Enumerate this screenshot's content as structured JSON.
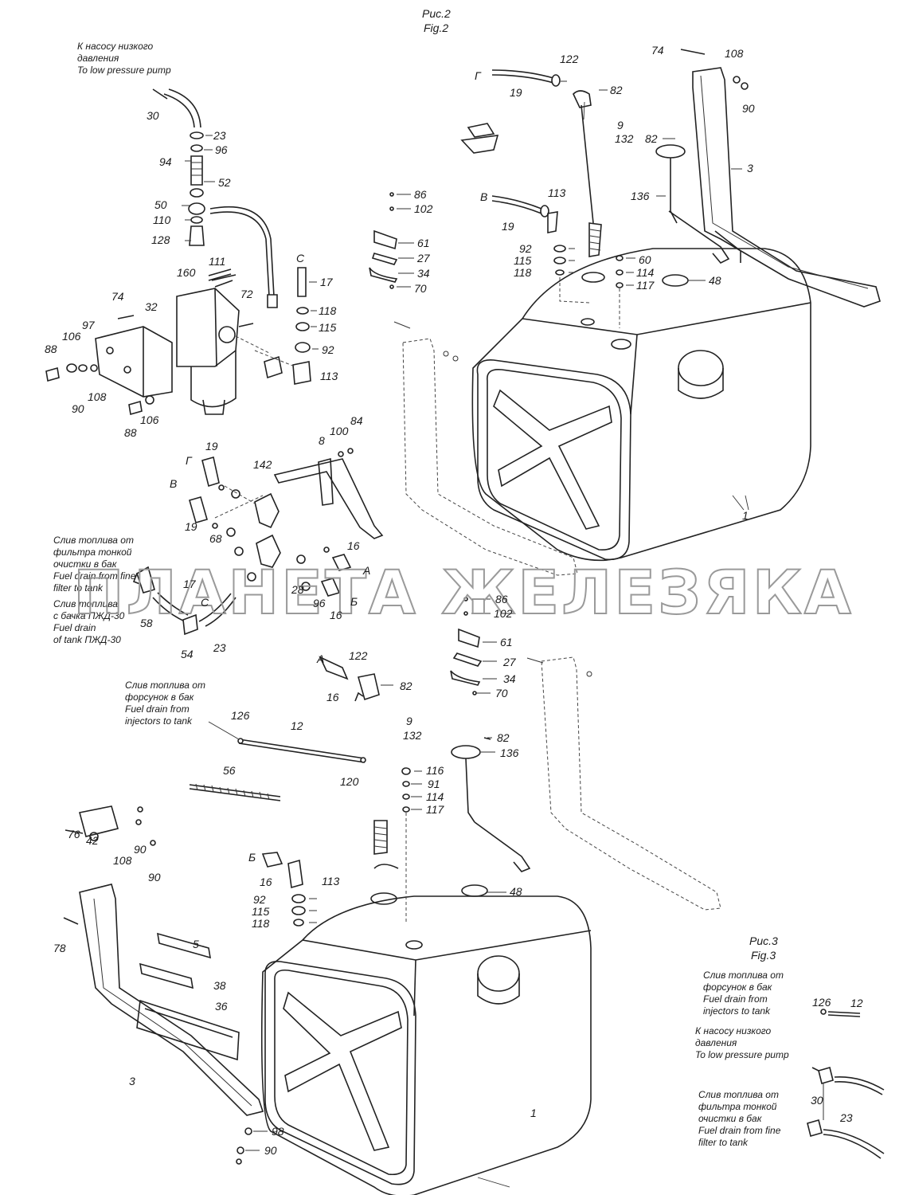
{
  "titles": {
    "fig2_ru": "Рис.2",
    "fig2_en": "Fig.2",
    "fig3_ru": "Рис.3",
    "fig3_en": "Fig.3"
  },
  "captions": {
    "lp_top": [
      "К насосу низкого",
      "давления",
      "To low pressure pump"
    ],
    "filter_drain": [
      "Слив топлива от",
      "фильтра тонкой",
      "очистки в бак",
      "Fuel drain from fine",
      "filter to tank"
    ],
    "tank_drain": [
      "Слив топлива",
      "с бачка ПЖД-30",
      "Fuel drain",
      "of tank ПЖД-30"
    ],
    "injectors_drain": [
      "Слив топлива от",
      "форсунок в бак",
      "Fuel drain from",
      "injectors to tank"
    ],
    "fig3_injectors": [
      "Слив топлива от",
      "форсунок в бак",
      "Fuel drain from",
      "injectors to tank"
    ],
    "fig3_lp": [
      "К насосу низкого",
      "давления",
      "To low pressure pump"
    ],
    "fig3_filter": [
      "Слив топлива от",
      "фильтра тонкой",
      "очистки в бак",
      "Fuel drain from fine",
      "filter to tank"
    ]
  },
  "watermark": "ПЛАНЕТА ЖЕЛЕЗЯКА",
  "labels": [
    {
      "id": "l0",
      "t": "30"
    },
    {
      "id": "l1",
      "t": "23"
    },
    {
      "id": "l2",
      "t": "96"
    },
    {
      "id": "l3",
      "t": "94"
    },
    {
      "id": "l4",
      "t": "52"
    },
    {
      "id": "l5",
      "t": "50"
    },
    {
      "id": "l6",
      "t": "110"
    },
    {
      "id": "l7",
      "t": "128"
    },
    {
      "id": "l8",
      "t": "111"
    },
    {
      "id": "l9",
      "t": "160"
    },
    {
      "id": "l10",
      "t": "C"
    },
    {
      "id": "l11",
      "t": "17"
    },
    {
      "id": "l12",
      "t": "118"
    },
    {
      "id": "l13",
      "t": "115"
    },
    {
      "id": "l14",
      "t": "92"
    },
    {
      "id": "l15",
      "t": "113"
    },
    {
      "id": "l16",
      "t": "72"
    },
    {
      "id": "l17",
      "t": "74"
    },
    {
      "id": "l18",
      "t": "32"
    },
    {
      "id": "l19",
      "t": "97"
    },
    {
      "id": "l20",
      "t": "106"
    },
    {
      "id": "l21",
      "t": "88"
    },
    {
      "id": "l22",
      "t": "90"
    },
    {
      "id": "l23",
      "t": "108"
    },
    {
      "id": "l24",
      "t": "106"
    },
    {
      "id": "l25",
      "t": "88"
    },
    {
      "id": "l26",
      "t": "Г"
    },
    {
      "id": "l27",
      "t": "19"
    },
    {
      "id": "l28",
      "t": "122"
    },
    {
      "id": "l29",
      "t": "82"
    },
    {
      "id": "l30",
      "t": "9"
    },
    {
      "id": "l31",
      "t": "132"
    },
    {
      "id": "l32",
      "t": "74"
    },
    {
      "id": "l33",
      "t": "108"
    },
    {
      "id": "l34",
      "t": "90"
    },
    {
      "id": "l35",
      "t": "82"
    },
    {
      "id": "l36",
      "t": "3"
    },
    {
      "id": "l37",
      "t": "136"
    },
    {
      "id": "l38",
      "t": "86"
    },
    {
      "id": "l39",
      "t": "102"
    },
    {
      "id": "l40",
      "t": "B"
    },
    {
      "id": "l41",
      "t": "19"
    },
    {
      "id": "l42",
      "t": "113"
    },
    {
      "id": "l43",
      "t": "61"
    },
    {
      "id": "l44",
      "t": "27"
    },
    {
      "id": "l45",
      "t": "34"
    },
    {
      "id": "l46",
      "t": "70"
    },
    {
      "id": "l47",
      "t": "92"
    },
    {
      "id": "l48",
      "t": "115"
    },
    {
      "id": "l49",
      "t": "118"
    },
    {
      "id": "l50",
      "t": "60"
    },
    {
      "id": "l51",
      "t": "114"
    },
    {
      "id": "l52",
      "t": "117"
    },
    {
      "id": "l53",
      "t": "48"
    },
    {
      "id": "l54",
      "t": "1"
    },
    {
      "id": "l55",
      "t": "8"
    },
    {
      "id": "l56",
      "t": "100"
    },
    {
      "id": "l57",
      "t": "84"
    },
    {
      "id": "l58",
      "t": "19"
    },
    {
      "id": "l59",
      "t": "Г"
    },
    {
      "id": "l60",
      "t": "142"
    },
    {
      "id": "l61",
      "t": "B"
    },
    {
      "id": "l62",
      "t": "19"
    },
    {
      "id": "l63",
      "t": "68"
    },
    {
      "id": "l64",
      "t": "16"
    },
    {
      "id": "l65",
      "t": "A"
    },
    {
      "id": "l66",
      "t": "17"
    },
    {
      "id": "l67",
      "t": "C"
    },
    {
      "id": "l68",
      "t": "28"
    },
    {
      "id": "l69",
      "t": "Б"
    },
    {
      "id": "l70",
      "t": "96"
    },
    {
      "id": "l71",
      "t": "16"
    },
    {
      "id": "l72",
      "t": "58"
    },
    {
      "id": "l73",
      "t": "54"
    },
    {
      "id": "l74",
      "t": "23"
    },
    {
      "id": "l75",
      "t": "86"
    },
    {
      "id": "l76",
      "t": "102"
    },
    {
      "id": "l77",
      "t": "61"
    },
    {
      "id": "l78",
      "t": "27"
    },
    {
      "id": "l79",
      "t": "34"
    },
    {
      "id": "l80",
      "t": "70"
    },
    {
      "id": "l81",
      "t": "A"
    },
    {
      "id": "l82",
      "t": "122"
    },
    {
      "id": "l83",
      "t": "82"
    },
    {
      "id": "l84",
      "t": "16"
    },
    {
      "id": "l85",
      "t": "126"
    },
    {
      "id": "l86",
      "t": "12"
    },
    {
      "id": "l87",
      "t": "9"
    },
    {
      "id": "l88",
      "t": "132"
    },
    {
      "id": "l89",
      "t": "82"
    },
    {
      "id": "l90",
      "t": "136"
    },
    {
      "id": "l91",
      "t": "120"
    },
    {
      "id": "l92",
      "t": "56"
    },
    {
      "id": "l93",
      "t": "116"
    },
    {
      "id": "l94",
      "t": "91"
    },
    {
      "id": "l95",
      "t": "114"
    },
    {
      "id": "l96",
      "t": "117"
    },
    {
      "id": "l97",
      "t": "76"
    },
    {
      "id": "l98",
      "t": "42"
    },
    {
      "id": "l99",
      "t": "90"
    },
    {
      "id": "l100",
      "t": "108"
    },
    {
      "id": "l101",
      "t": "90"
    },
    {
      "id": "l102",
      "t": "Б"
    },
    {
      "id": "l103",
      "t": "16"
    },
    {
      "id": "l104",
      "t": "113"
    },
    {
      "id": "l105",
      "t": "48"
    },
    {
      "id": "l106",
      "t": "92"
    },
    {
      "id": "l107",
      "t": "115"
    },
    {
      "id": "l108",
      "t": "118"
    },
    {
      "id": "l109",
      "t": "78"
    },
    {
      "id": "l110",
      "t": "5"
    },
    {
      "id": "l111",
      "t": "38"
    },
    {
      "id": "l112",
      "t": "36"
    },
    {
      "id": "l113",
      "t": "3"
    },
    {
      "id": "l114",
      "t": "1"
    },
    {
      "id": "l115",
      "t": "98"
    },
    {
      "id": "l116",
      "t": "90"
    },
    {
      "id": "l117",
      "t": "126"
    },
    {
      "id": "l118",
      "t": "12"
    },
    {
      "id": "l119",
      "t": "30"
    },
    {
      "id": "l120",
      "t": "23"
    }
  ]
}
